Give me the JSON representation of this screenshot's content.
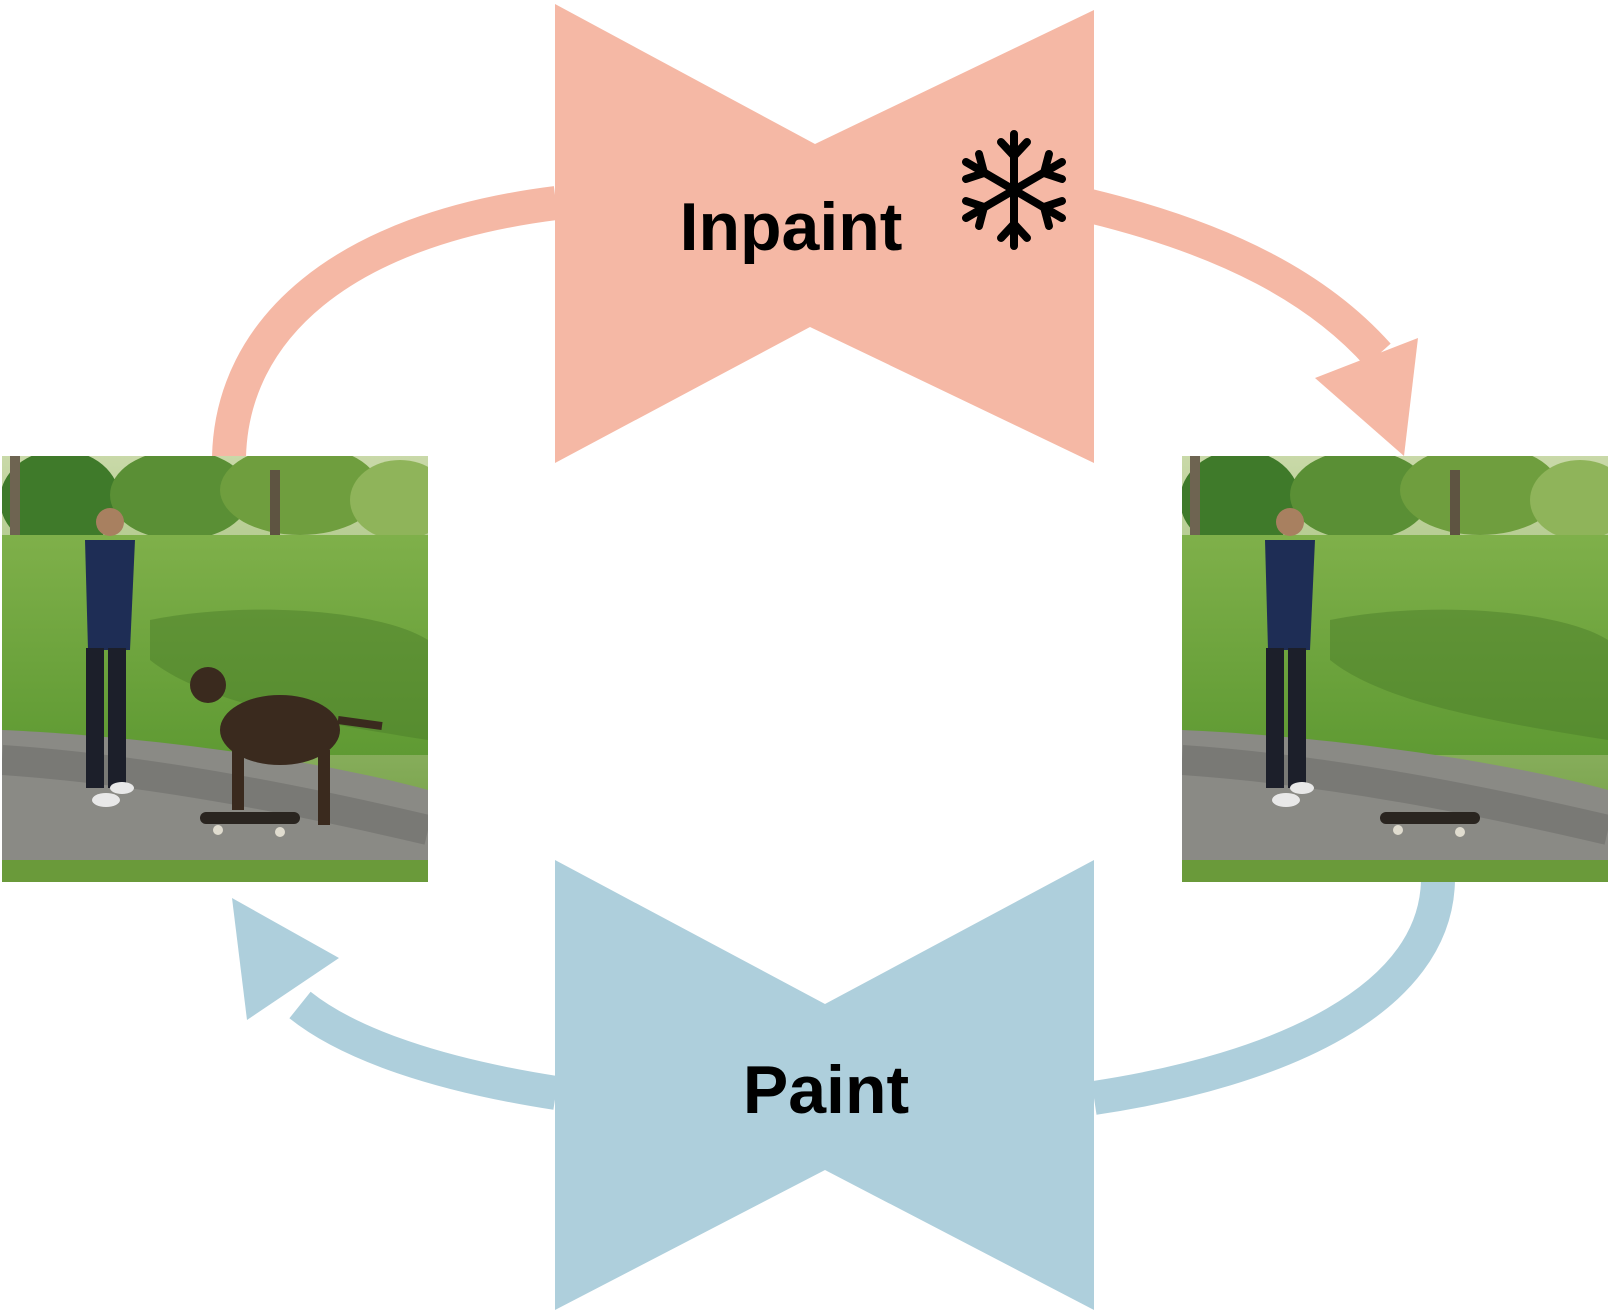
{
  "diagram": {
    "inpaint_block": {
      "label": "Inpaint",
      "color": "#f5b8a5",
      "badge_icon": "snowflake-icon"
    },
    "paint_block": {
      "label": "Paint",
      "color": "#aecfdc"
    },
    "arrow_colors": {
      "inpaint_cycle": "#f5b8a5",
      "paint_cycle": "#aecfdc"
    },
    "images": {
      "left": {
        "description_icon": "photo-man-dog-skateboard-park"
      },
      "right": {
        "description_icon": "photo-man-skateboard-park"
      }
    }
  }
}
